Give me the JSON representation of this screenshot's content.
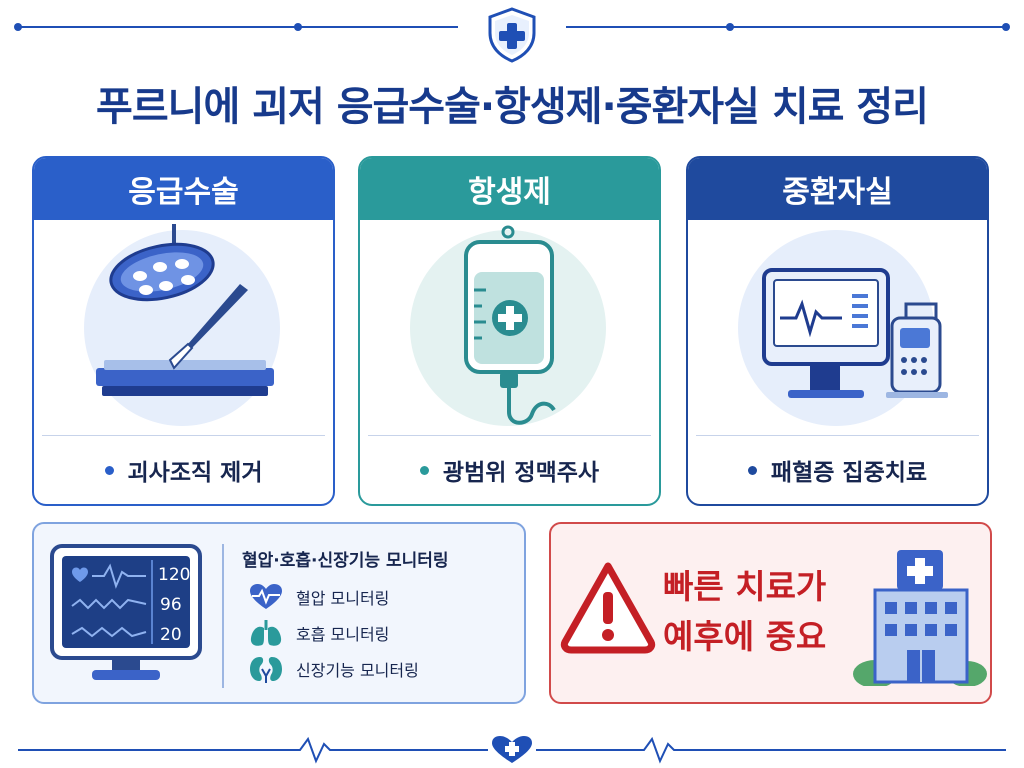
{
  "title": "푸르니에 괴저 응급수술·항생제·중환자실 치료 정리",
  "cards": [
    {
      "header": "응급수술",
      "bullet": "괴사조직 제거",
      "icon": "surgical-light-scalpel-icon",
      "color": "#2a5fc9"
    },
    {
      "header": "항생제",
      "bullet": "광범위 정맥주사",
      "icon": "iv-bag-icon",
      "color": "#2a9a9b"
    },
    {
      "header": "중환자실",
      "bullet": "패혈증 집중치료",
      "icon": "icu-monitor-icon",
      "color": "#1f4a9e"
    }
  ],
  "monitoring": {
    "title": "혈압·호흡·신장기능 모니터링",
    "screen_values": [
      "120",
      "96",
      "20"
    ],
    "items": [
      {
        "label": "혈압 모니터링",
        "icon": "heart-pulse-icon"
      },
      {
        "label": "호흡 모니터링",
        "icon": "lungs-icon"
      },
      {
        "label": "신장기능 모니터링",
        "icon": "kidneys-icon"
      }
    ]
  },
  "warning": {
    "line1": "빠른 치료가",
    "line2": "예후에 중요",
    "icon": "warning-triangle-icon",
    "color": "#c41f25"
  }
}
